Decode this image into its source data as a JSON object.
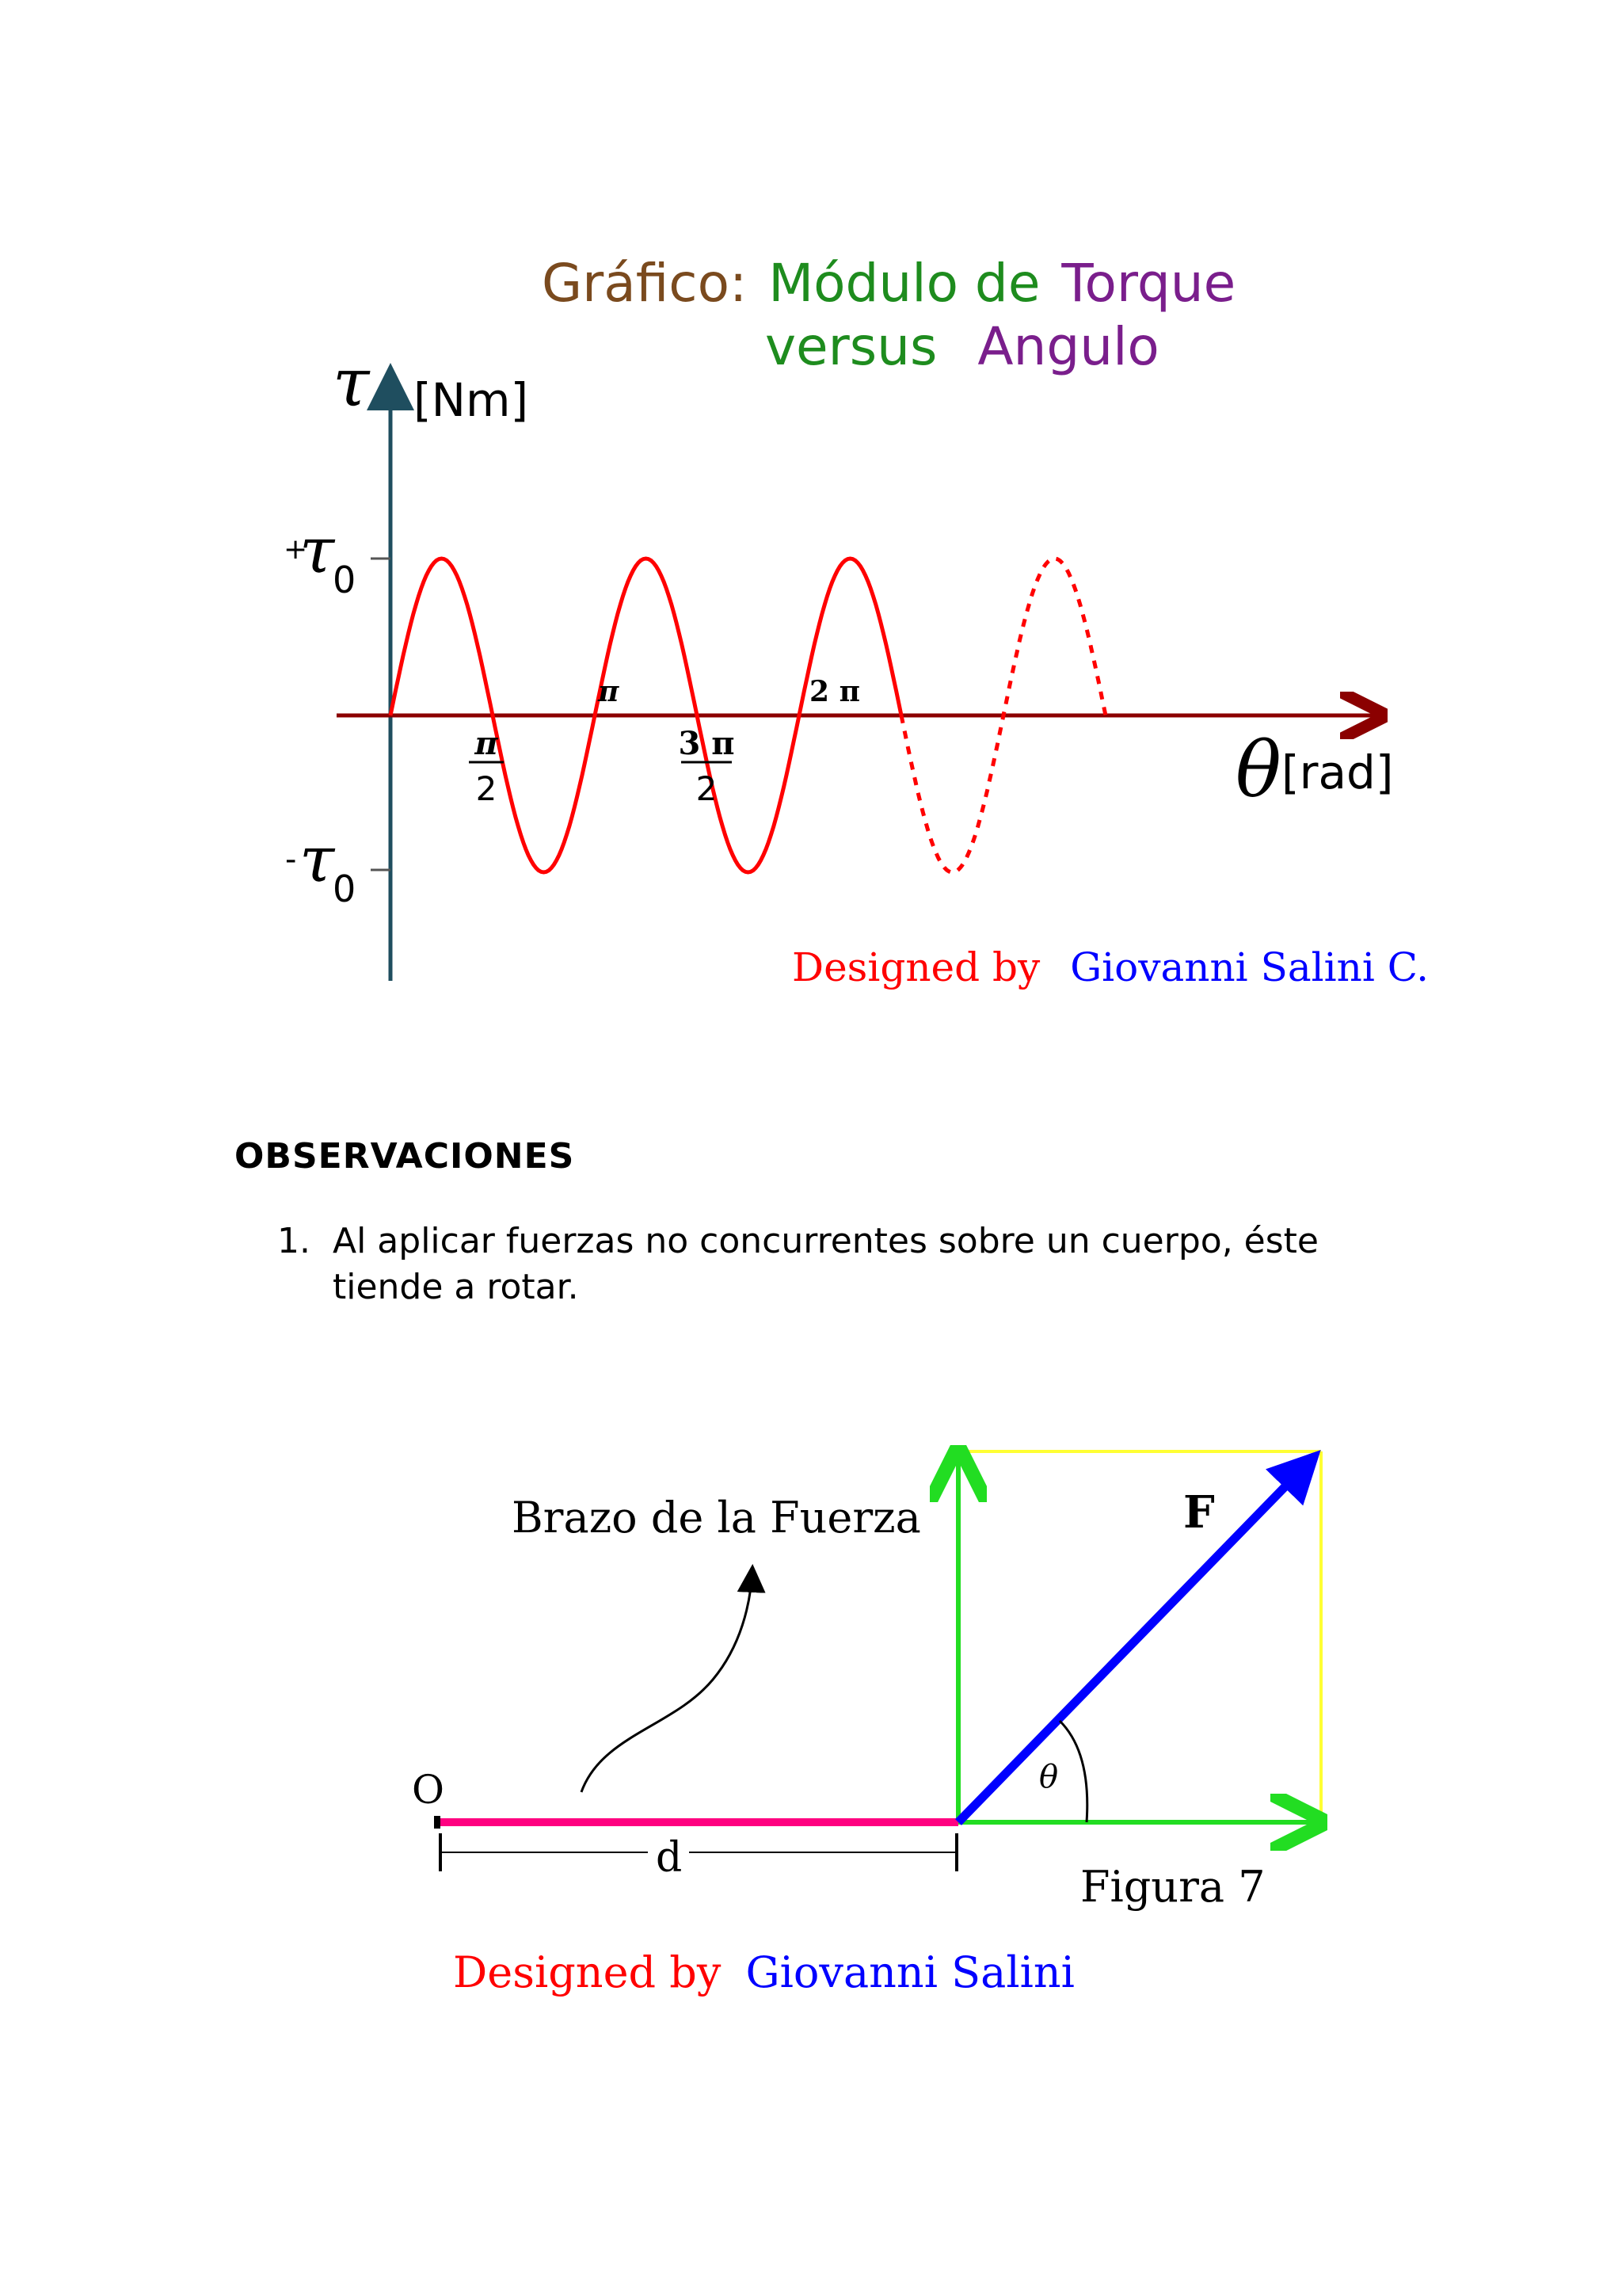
{
  "chart": {
    "title_line1_part1": "Gráfico:",
    "title_line1_part2": "Módulo de",
    "title_line1_part3": "Torque",
    "title_line2_part1": "versus",
    "title_line2_part2": "Angulo",
    "y_symbol": "τ",
    "y_unit": "[Nm]",
    "y_tick_pos_sign": "+",
    "y_tick_neg_sign": "-",
    "y_tick_symbol": "τ",
    "y_tick_subscript": "0",
    "x_symbol": "θ",
    "x_unit": "[rad]",
    "tick_pi": "π",
    "tick_2pi": "2 π",
    "tick_half_num": "π",
    "tick_half_den": "2",
    "tick_3half_num": "3 π",
    "tick_3half_den": "2",
    "credit_part1": "Designed by",
    "credit_part2": "Giovanni Salini C.",
    "colors": {
      "curve": "#ff0000",
      "x_axis": "#8b0000",
      "y_axis": "#1f4e5f",
      "title_brown": "#7a4a1e",
      "title_green": "#1e8c1e",
      "title_purple": "#7a1e8c"
    }
  },
  "chart_data": {
    "type": "line",
    "title": "Gráfico: Módulo de Torque versus Angulo",
    "xlabel": "θ [rad]",
    "ylabel": "τ [Nm]",
    "x_ticks": [
      "π/2",
      "π",
      "3π/2",
      "2π"
    ],
    "y_ticks": [
      "+τ0",
      "-τ0"
    ],
    "series": [
      {
        "style": "solid",
        "x_range_pi": [
          0,
          2.5
        ],
        "amplitude": 1,
        "function": "|τ| = τ0 sin(2θ)"
      },
      {
        "style": "dashed",
        "x_range_pi": [
          2.5,
          3.5
        ],
        "amplitude": 1,
        "function": "|τ| = τ0 sin(2θ)"
      }
    ]
  },
  "observaciones": {
    "heading": "OBSERVACIONES",
    "items": [
      {
        "num": "1.",
        "text": "Al aplicar fuerzas no concurrentes sobre un cuerpo, éste tiende a rotar."
      }
    ]
  },
  "figure7": {
    "label_brazo": "Brazo de la Fuerza",
    "label_F": "F",
    "label_O": "O",
    "label_d": "d",
    "label_theta": "θ",
    "caption": "Figura 7",
    "credit_part1": "Designed by",
    "credit_part2": "Giovanni Salini",
    "colors": {
      "arm": "#ff0080",
      "force": "#0000ff",
      "components": "#22dd22",
      "box": "#ffff33",
      "credit_red": "#ff0000",
      "credit_blue": "#0000ff"
    }
  }
}
